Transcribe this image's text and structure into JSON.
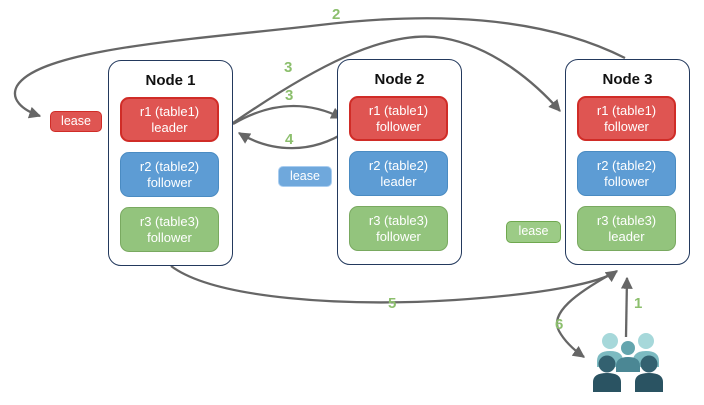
{
  "nodes": [
    {
      "title": "Node 1",
      "replicas": [
        {
          "label": "r1 (table1)",
          "role": "leader",
          "color_key": "red"
        },
        {
          "label": "r2 (table2)",
          "role": "follower",
          "color_key": "blue"
        },
        {
          "label": "r3 (table3)",
          "role": "follower",
          "color_key": "green"
        }
      ]
    },
    {
      "title": "Node 2",
      "replicas": [
        {
          "label": "r1 (table1)",
          "role": "follower",
          "color_key": "red"
        },
        {
          "label": "r2 (table2)",
          "role": "leader",
          "color_key": "blue"
        },
        {
          "label": "r3 (table3)",
          "role": "follower",
          "color_key": "green"
        }
      ]
    },
    {
      "title": "Node 3",
      "replicas": [
        {
          "label": "r1 (table1)",
          "role": "follower",
          "color_key": "red"
        },
        {
          "label": "r2 (table2)",
          "role": "follower",
          "color_key": "blue"
        },
        {
          "label": "r3 (table3)",
          "role": "leader",
          "color_key": "green"
        }
      ]
    }
  ],
  "leases": [
    {
      "label": "lease",
      "color_key": "red"
    },
    {
      "label": "lease",
      "color_key": "blue"
    },
    {
      "label": "lease",
      "color_key": "green"
    }
  ],
  "steps": {
    "s1": "1",
    "s2": "2",
    "s3a": "3",
    "s3b": "3",
    "s4": "4",
    "s5": "5",
    "s6": "6"
  },
  "icons": {
    "users": "users-group-icon"
  },
  "colors": {
    "red_fill": "#df5552",
    "red_border": "#d02c27",
    "blue_fill": "#5d9cd4",
    "blue_border": "#4a8bc2",
    "blue_lease_fill": "#6fa8dc",
    "green_fill": "#93c47d",
    "green_border": "#79a960",
    "green_lease_fill": "#9ccb86",
    "node_border": "#23395d",
    "arrow": "#666666",
    "step_label": "#8cbf6d",
    "users_light": "#a6d8da",
    "users_medium": "#64a5ae",
    "users_dark": "#2a5362"
  }
}
